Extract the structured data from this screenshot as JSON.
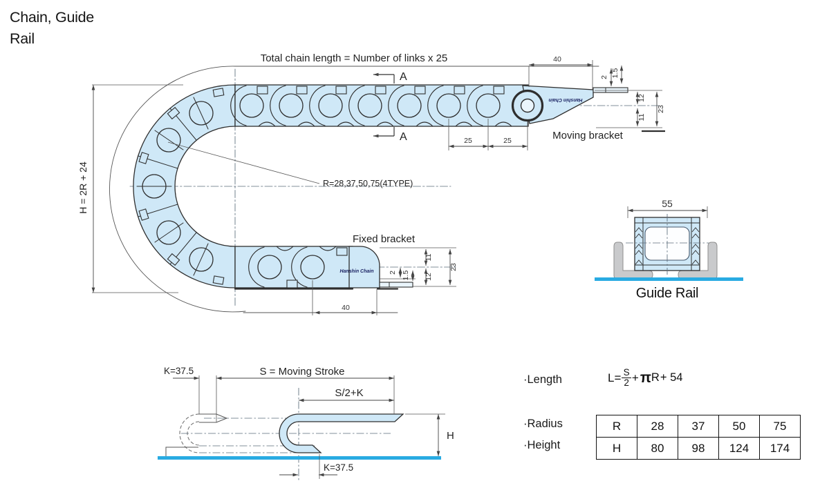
{
  "title": {
    "line1": "Chain, Guide",
    "line2": "Rail"
  },
  "chain": {
    "total_length_note": "Total chain length = Number of links x 25",
    "section_a": "A",
    "radius_note": "R=28,37,50,75(4TYPE)",
    "height_note": "H = 2R + 24",
    "moving_bracket_label": "Moving bracket",
    "fixed_bracket_label": "Fixed bracket",
    "brand": "Hanshin Chain",
    "dim40_top": "40",
    "dim25_a": "25",
    "dim25_b": "25",
    "dim1_5_top": "1.5",
    "dim2_top": "2",
    "dim12_top": "12",
    "dim11_top": "11",
    "dim23_top": "23",
    "dim40_bot": "40",
    "dim2_bot": "2",
    "dim1_5_bot": "1.5",
    "dim11_bot": "11",
    "dim12_bot": "12",
    "dim23_bot": "23"
  },
  "guide_rail": {
    "label": "Guide Rail",
    "dim55": "55"
  },
  "stroke_diagram": {
    "k_top": "K=37.5",
    "s_label": "S = Moving Stroke",
    "s2k_label": "S/2+K",
    "h_label": "H",
    "k_bottom": "K=37.5"
  },
  "specs": {
    "length_label": "·Length",
    "radius_label": "·Radius",
    "height_label": "·Height",
    "formula": {
      "lhs": "L=",
      "num": "S",
      "den": "2",
      "plus": "+",
      "pi": "π",
      "rvar": "R",
      "tail": "+ 54"
    },
    "table": {
      "rows": [
        [
          "R",
          "28",
          "37",
          "50",
          "75"
        ],
        [
          "H",
          "80",
          "98",
          "124",
          "174"
        ]
      ]
    }
  },
  "colors": {
    "chain_fill": "#cfe8f7",
    "rail_gray": "#c9cacc",
    "base_blue": "#29abe2",
    "line_dark": "#2e2e2e",
    "logo_navy": "#1b2363"
  }
}
